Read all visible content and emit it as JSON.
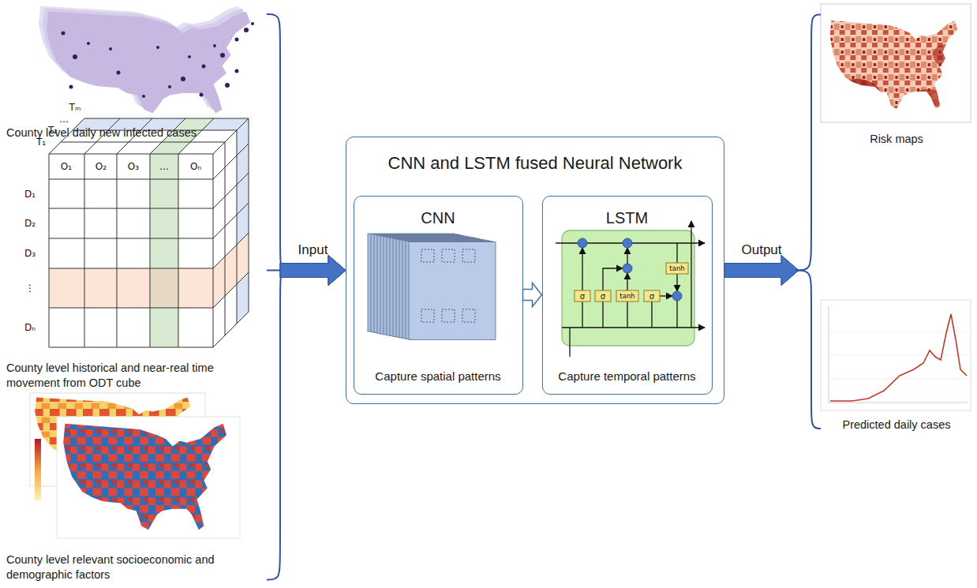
{
  "diagram": {
    "nodes": [
      {
        "text": [
          "County level daily new infected cases"
        ]
      },
      {
        "text": [
          "County level historical and near-real time movement from ODT cube"
        ]
      },
      {
        "text": [
          "County level relevant socioeconomic and demographic factors"
        ]
      },
      {
        "text": [
          "CNN and LSTM fused Neural Network"
        ]
      },
      {
        "text": [
          "CNN",
          "Capture spatial patterns"
        ],
        "in": 3
      },
      {
        "text": [
          "LSTM",
          "Capture temporal patterns"
        ],
        "in": 3
      },
      {
        "text": [
          "Risk maps"
        ]
      },
      {
        "text": [
          "Predicted daily cases"
        ]
      }
    ],
    "edges": [
      {
        "from": 0,
        "to": 3,
        "arrow": "to"
      },
      {
        "from": 1,
        "to": 3,
        "label": "Input",
        "arrow": "to"
      },
      {
        "from": 2,
        "to": 3,
        "arrow": "to"
      },
      {
        "from": 4,
        "to": 5,
        "arrow": "to"
      },
      {
        "from": 3,
        "to": 6,
        "label": "Output",
        "arrow": "to"
      },
      {
        "from": 3,
        "to": 7,
        "arrow": "to"
      }
    ],
    "labels": [
      "T₁",
      "T₂",
      "…",
      "Tₘ",
      "O₁",
      "O₂",
      "O₃",
      "…",
      "Oₙ",
      "D₁",
      "D₂",
      "D₃",
      "⋮",
      "Dₙ",
      "σ",
      "σ",
      "tanh",
      "σ",
      "tanh"
    ]
  }
}
